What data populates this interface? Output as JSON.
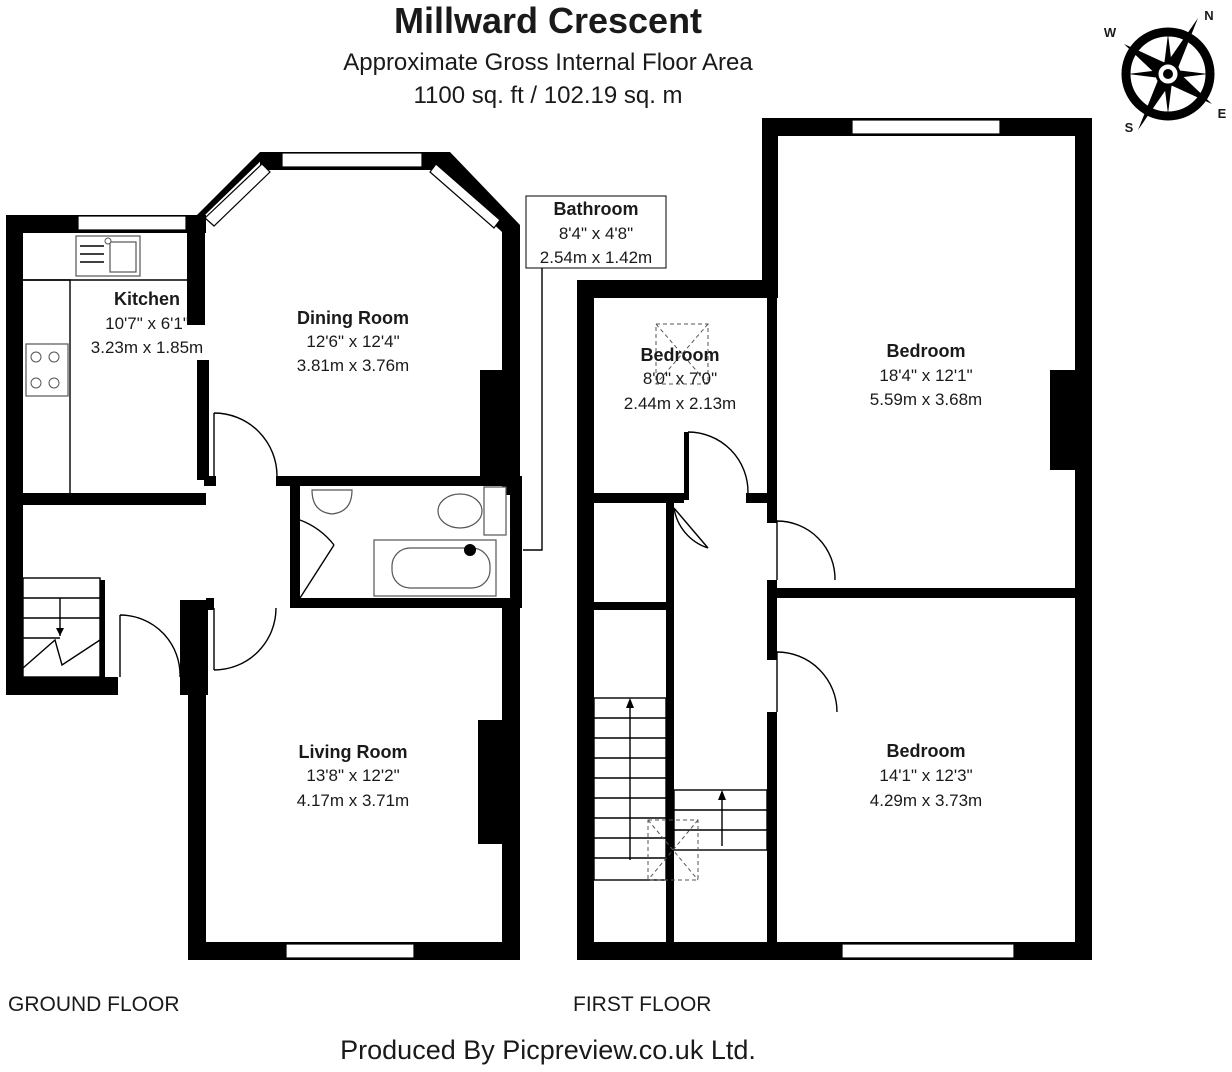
{
  "header": {
    "title": "Millward Crescent",
    "subtitle": "Approximate Gross Internal Floor Area",
    "area": "1100 sq. ft / 102.19 sq. m"
  },
  "compass": {
    "n": "N",
    "e": "E",
    "s": "S",
    "w": "W"
  },
  "ground_floor": {
    "label": "GROUND FLOOR",
    "rooms": {
      "kitchen": {
        "name": "Kitchen",
        "imperial": "10'7\" x 6'1\"",
        "metric": "3.23m x 1.85m"
      },
      "dining": {
        "name": "Dining Room",
        "imperial": "12'6\" x 12'4\"",
        "metric": "3.81m x 3.76m"
      },
      "living": {
        "name": "Living Room",
        "imperial": "13'8\" x 12'2\"",
        "metric": "4.17m x 3.71m"
      },
      "bathroom": {
        "name": "Bathroom",
        "imperial": "8'4\" x 4'8\"",
        "metric": "2.54m x 1.42m"
      }
    }
  },
  "first_floor": {
    "label": "FIRST FLOOR",
    "rooms": {
      "bedroom_small": {
        "name": "Bedroom",
        "imperial": "8'0\" x 7'0\"",
        "metric": "2.44m x 2.13m"
      },
      "bedroom_large": {
        "name": "Bedroom",
        "imperial": "18'4\" x 12'1\"",
        "metric": "5.59m x 3.68m"
      },
      "bedroom_rear": {
        "name": "Bedroom",
        "imperial": "14'1\" x 12'3\"",
        "metric": "4.29m x 3.73m"
      }
    }
  },
  "footer": {
    "credit": "Produced By Picpreview.co.uk Ltd."
  }
}
